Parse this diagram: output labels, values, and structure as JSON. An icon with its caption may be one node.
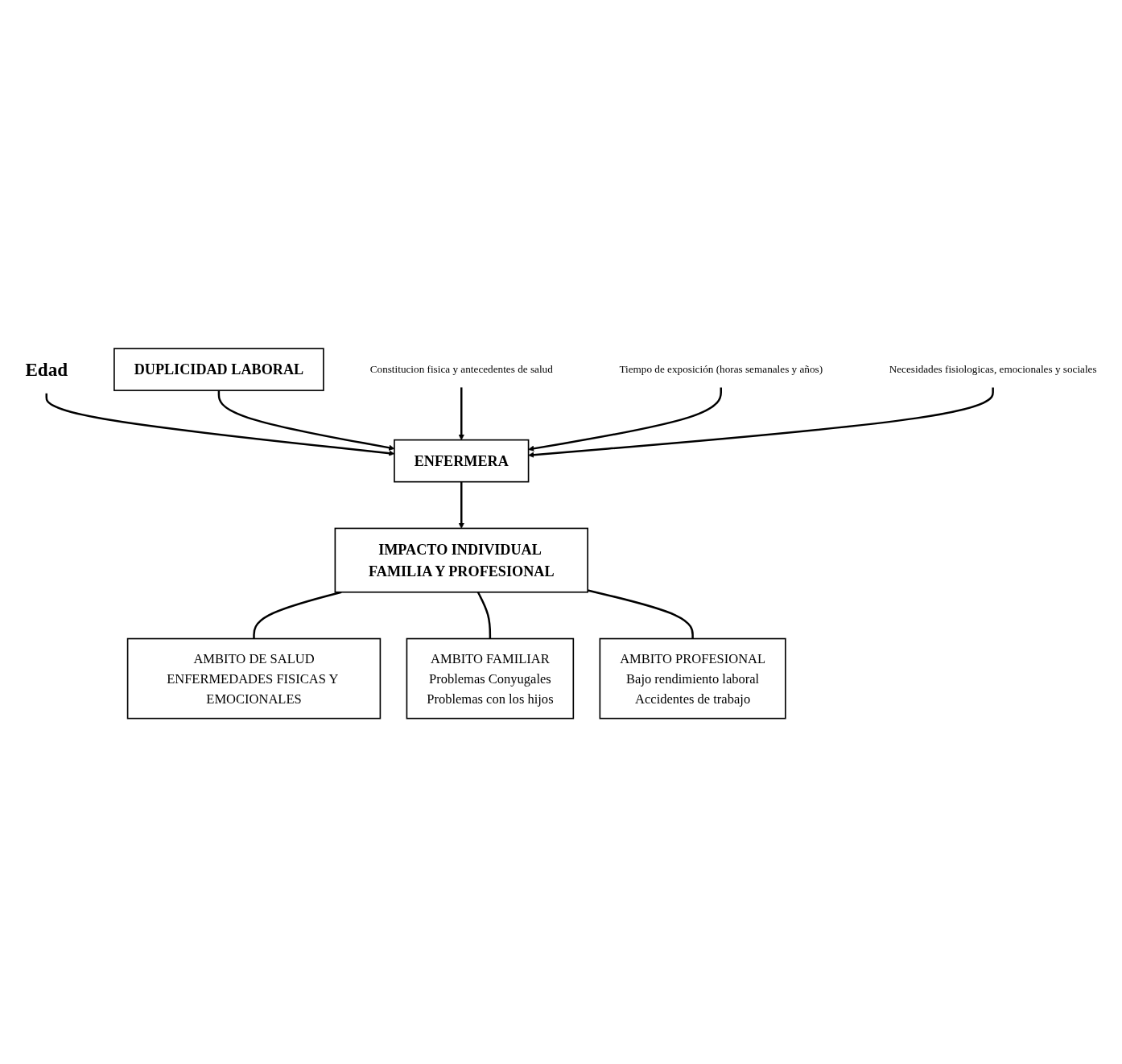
{
  "diagram": {
    "nodes": [
      {
        "text": [
          "Edad"
        ]
      },
      {
        "text": [
          "DUPLICIDAD LABORAL"
        ]
      },
      {
        "text": [
          "ENFERMERA"
        ]
      },
      {
        "text": [
          "Constitucion fisica y antecedentes de salud"
        ]
      },
      {
        "text": [
          "Tiempo de exposición (horas semanales y años)"
        ]
      },
      {
        "text": [
          "Necesidades fisiologicas, emocionales y sociales"
        ]
      },
      {
        "text": [
          "IMPACTO INDIVIDUAL FAMILIA Y PROFESIONAL"
        ]
      },
      {
        "text": [
          "AMBITO DE SALUD",
          "ENFERMEDADES FISICAS Y EMOCIONALES"
        ]
      },
      {
        "text": [
          "AMBITO FAMILIAR",
          "Problemas Conyugales",
          "Problemas con los hijos"
        ]
      },
      {
        "text": [
          "AMBITO PROFESIONAL",
          "Bajo rendimiento laboral",
          "Accidentes de trabajo"
        ]
      }
    ],
    "edges": [
      {
        "from": 0,
        "to": 2,
        "arrow": "to"
      },
      {
        "from": 1,
        "to": 2,
        "arrow": "to"
      },
      {
        "from": 3,
        "to": 2,
        "arrow": "to"
      },
      {
        "from": 4,
        "to": 2,
        "arrow": "to"
      },
      {
        "from": 5,
        "to": 2,
        "arrow": "to"
      },
      {
        "from": 2,
        "to": 6,
        "arrow": "to"
      },
      {
        "from": 6,
        "to": 7,
        "arrow": "none"
      },
      {
        "from": 6,
        "to": 8,
        "arrow": "none"
      },
      {
        "from": 6,
        "to": 9,
        "arrow": "none"
      }
    ]
  }
}
